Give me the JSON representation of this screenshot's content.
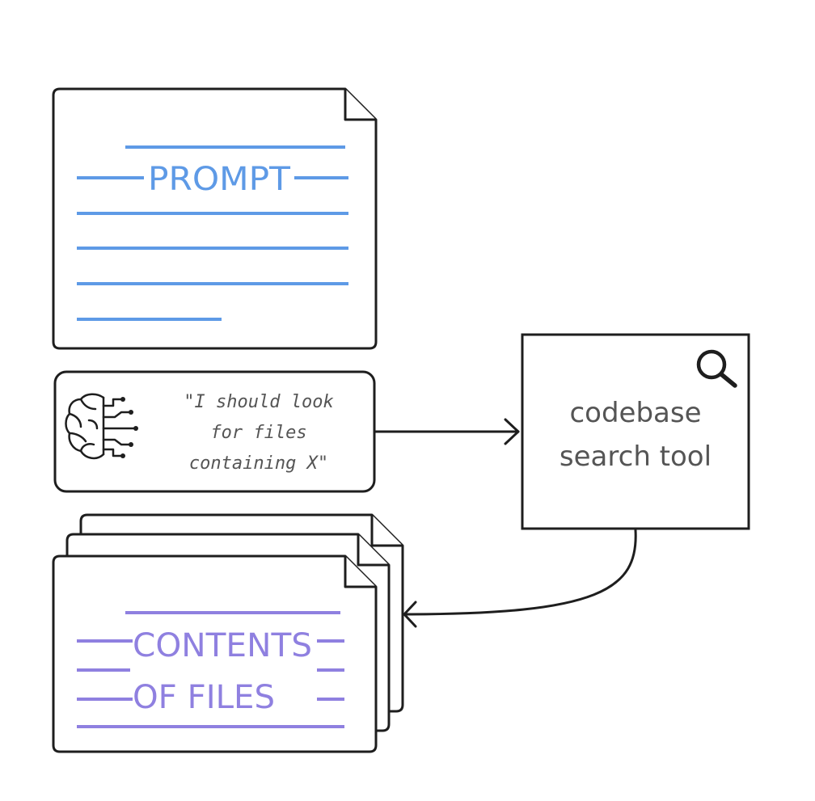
{
  "prompt_doc": {
    "label": "PROMPT",
    "line_color": "#5e9ae6"
  },
  "thought_box": {
    "lines": [
      "\"I should look",
      "for files",
      "containing X\""
    ],
    "icon": "brain-circuit-icon"
  },
  "search_tool": {
    "lines": [
      "codebase",
      "search tool"
    ],
    "icon": "magnifier-icon"
  },
  "files_doc": {
    "label_lines": [
      "CONTENTS",
      "OF FILES"
    ],
    "line_color": "#8f80e0"
  },
  "colors": {
    "outline": "#1e1e1e",
    "text_gray": "#555555"
  }
}
